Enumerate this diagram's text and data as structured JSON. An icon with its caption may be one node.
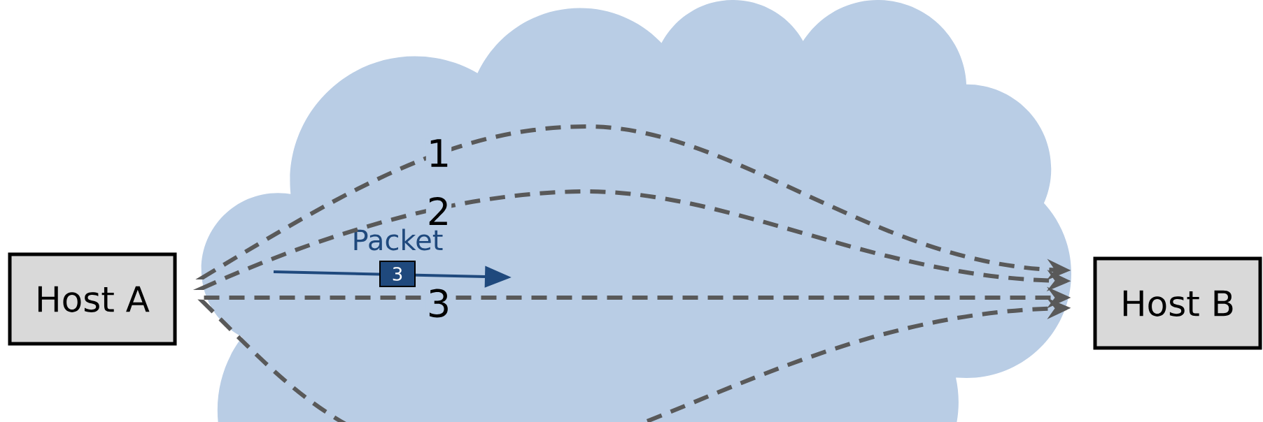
{
  "diagram": {
    "nodes": [
      {
        "text": [
          "Host A"
        ]
      },
      {
        "text": [
          "Host B"
        ]
      },
      {
        "text": [
          "3"
        ],
        "beside": [
          "Packet"
        ]
      }
    ],
    "edges": [
      {
        "from": 0,
        "to": 1,
        "arrow": "to",
        "style": "dashed",
        "label": "1"
      },
      {
        "from": 0,
        "to": 1,
        "arrow": "to",
        "style": "dashed",
        "label": "2"
      },
      {
        "from": 0,
        "to": 1,
        "arrow": "to",
        "style": "dashed",
        "label": "3"
      },
      {
        "from": 0,
        "to": 1,
        "arrow": "to",
        "style": "dashed"
      }
    ]
  }
}
